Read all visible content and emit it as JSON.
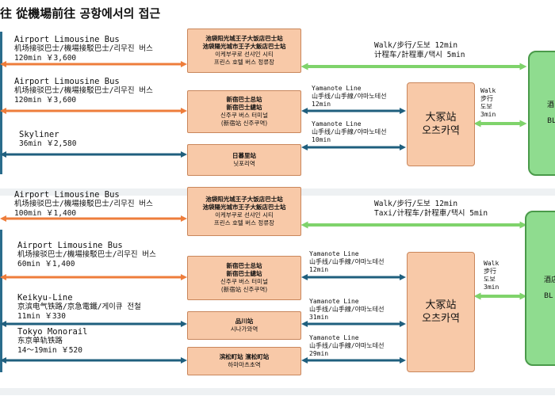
{
  "header": {
    "title": "往 從機場前往 공항에서의 접근"
  },
  "routes": [
    {
      "name": "Airport Limousine Bus",
      "zh": "机场接驳巴士/機場接駁巴士/리무진 버스",
      "time": "120min ￥3,600"
    },
    {
      "name": "Airport Limousine Bus",
      "zh": "机场接驳巴士/機場接駁巴士/리무진 버스",
      "time": "120min ￥3,600"
    },
    {
      "name": "Skyliner",
      "time": "36min ￥2,580"
    },
    {
      "name": "Airport Limousine Bus",
      "zh": "机场接驳巴士/機場接駁巴士/리무진 버스",
      "time": "100min ￥1,400"
    },
    {
      "name": "Airport Limousine Bus",
      "zh": "机场接驳巴士/機場接駁巴士/리무진 버스",
      "time": "60min ￥1,400"
    },
    {
      "name": "Keikyu-Line",
      "zh": "京滨电气铁路/京急電鐵/게이큐 전철",
      "time": "11min ￥330"
    },
    {
      "name": "Tokyo Monorail",
      "zh": "东京单轨铁路",
      "time": "14～19min ￥520"
    }
  ],
  "stops": {
    "ikebukuro1": {
      "l1": "池袋阳光城王子大饭店巴士站",
      "l2": "池袋陽光城市王子大飯店巴士站",
      "l3": "이케부쿠로 선샤인 시티",
      "l4": "프린스 호텔 버스 정류장"
    },
    "shinjuku1": {
      "l1": "新宿巴士总站",
      "l2": "新宿巴士總站",
      "l3": "신주쿠 버스 터미널",
      "l4": "(新宿站 신주쿠역)"
    },
    "nippori": {
      "l1": "日暮里站",
      "l2": "닛포리역"
    },
    "ikebukuro2": {
      "l1": "池袋阳光城王子大饭店巴士站",
      "l2": "池袋陽光城市王子大飯店巴士站",
      "l3": "이케부쿠로 선샤인 시티",
      "l4": "프린스 호텔 버스 정류장"
    },
    "shinjuku2": {
      "l1": "新宿巴士总站",
      "l2": "新宿巴士總站",
      "l3": "신주쿠 버스 터미널",
      "l4": "(新宿站 신주쿠역)"
    },
    "shinagawa": {
      "l1": "品川站",
      "l2": "시나가와역"
    },
    "hamamatsucho": {
      "l1": "滨松町站 濱松町站",
      "l2": "하마마츠초역"
    }
  },
  "hubs": [
    {
      "l1": "大冢站",
      "l2": "오츠카역"
    },
    {
      "l1": "大冢站",
      "l2": "오츠카역"
    }
  ],
  "links": {
    "walk_top1": {
      "l1": "Walk/步行/도보 12min",
      "l2": "计程车/計程車/택시 5min"
    },
    "walk_top2": {
      "l1": "Walk/步行/도보 12min",
      "l2": "Taxi/计程车/計程車/택시 5min"
    },
    "yam1": {
      "l1": "Yamanote Line",
      "l2": "山手线/山手線/야마노테선",
      "l3": "12min"
    },
    "yam2": {
      "l1": "Yamanote Line",
      "l2": "山手线/山手線/야마노테선",
      "l3": "10min"
    },
    "yam3": {
      "l1": "Yamanote Line",
      "l2": "山手线/山手線/야마노테선",
      "l3": "12min"
    },
    "yam4": {
      "l1": "Yamanote Line",
      "l2": "山手线/山手線/야마노테선",
      "l3": "31min"
    },
    "yam5": {
      "l1": "Yamanote Line",
      "l2": "山手线/山手線/야마노테선",
      "l3": "29min"
    },
    "walk_side1": {
      "l1": "Walk",
      "l2": "步行",
      "l3": "도보",
      "l4": "3min"
    },
    "walk_side2": {
      "l1": "Walk",
      "l2": "步行",
      "l3": "도보",
      "l4": "3min"
    }
  },
  "hotels": [
    {
      "l1": "酒",
      "l2": "BL"
    },
    {
      "l1": "酒店",
      "l2": "BL"
    }
  ],
  "colors": {
    "orange": "#ee7d3b",
    "blue": "#1f5f7e",
    "green": "#7fd36b",
    "stop_fill": "#f8c9a8"
  }
}
